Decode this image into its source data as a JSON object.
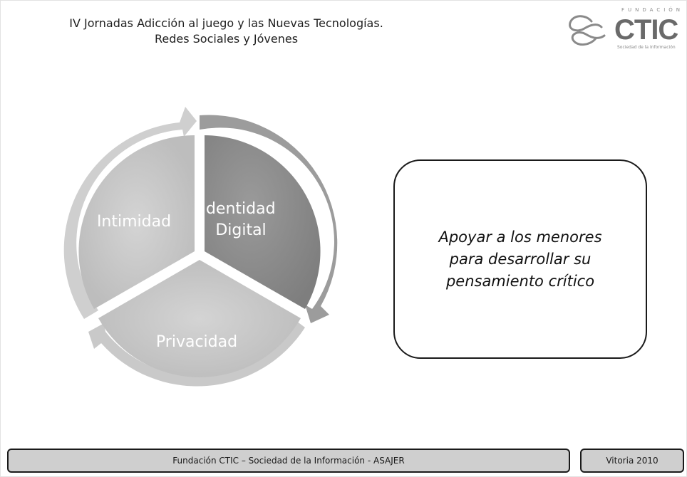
{
  "header": {
    "title_line1": "IV Jornadas Adicción al juego y las Nuevas Tecnologías.",
    "title_line2": "Redes Sociales y Jóvenes"
  },
  "logo": {
    "top_text": "FUNDACIÓN",
    "name": "CTIC",
    "subtitle": "Sociedad de la Información"
  },
  "cycle": {
    "segments": [
      {
        "label_lines": [
          "Intimidad"
        ],
        "color": "#c9c9c9"
      },
      {
        "label_lines": [
          "Identidad",
          "Digital"
        ],
        "color": "#8f8f8f"
      },
      {
        "label_lines": [
          "Privacidad"
        ],
        "color": "#c2c2c2"
      }
    ]
  },
  "callout": {
    "lines": [
      "Apoyar a los menores",
      "para desarrollar su",
      "pensamiento crítico"
    ]
  },
  "footer": {
    "left_text": "Fundación CTIC – Sociedad de la Información  - ASAJER",
    "right_text": "Vitoria 2010"
  }
}
